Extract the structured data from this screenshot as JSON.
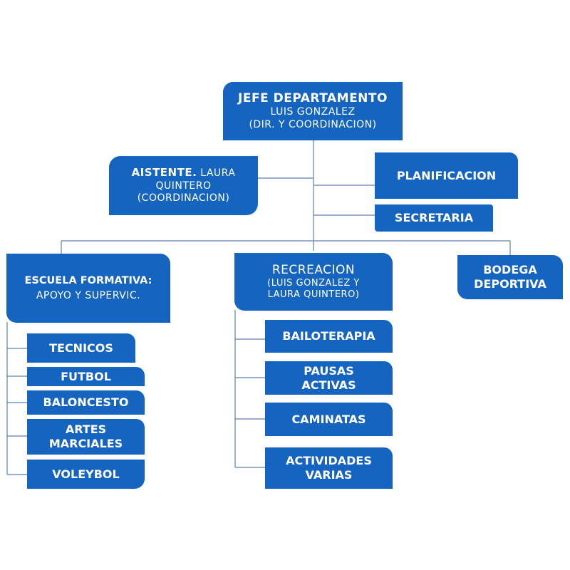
{
  "colors": {
    "box": "#1565c0",
    "line": "#5b7fb5",
    "text": "#ffffff"
  },
  "head": {
    "title": "JEFE  DEPARTAMENTO",
    "name": "LUIS GONZALEZ",
    "role": "(DIR. Y COORDINACION)"
  },
  "assistant": {
    "title": "AISTENTE.",
    "name_part": "LAURA",
    "name_rest": "QUINTERO",
    "role": "(COORDINACION)"
  },
  "planificacion": "PLANIFICACION",
  "secretaria": "SECRETARIA",
  "escuela": {
    "title": "ESCUELA  FORMATIVA:",
    "subtitle": "APOYO Y SUPERVIC."
  },
  "recreacion": {
    "title": "RECREACION",
    "line1": "(LUIS GONZALEZ Y",
    "line2": "LAURA QUINTERO)"
  },
  "bodega": {
    "line1": "BODEGA",
    "line2": "DEPORTIVA"
  },
  "escuela_items": [
    "TECNICOS",
    "FUTBOL",
    "BALONCESTO",
    [
      "ARTES",
      "MARCIALES"
    ],
    "VOLEYBOL"
  ],
  "recreacion_items": [
    "BAILOTERAPIA",
    [
      "PAUSAS",
      "ACTIVAS"
    ],
    "CAMINATAS",
    [
      "ACTIVIDADES",
      "VARIAS"
    ]
  ]
}
